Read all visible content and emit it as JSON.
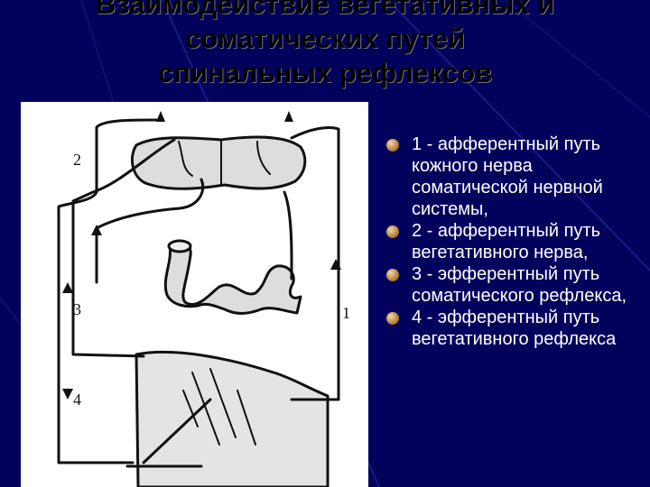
{
  "slide": {
    "title_lines": [
      "Взаимодействие вегетативных и",
      "соматических путей",
      "спинальных рефлексов"
    ],
    "figure_labels": {
      "l1": "1",
      "l2": "2",
      "l3": "3",
      "l4": "4"
    },
    "legend": [
      "1 - афферентный путь кожного нерва соматической нервной системы,",
      "2 - афферентный путь вегетативного нерва,",
      "3 - эфферентный путь соматического рефлекса,",
      "4 - эфферентный путь вегетативного рефлекса"
    ]
  },
  "colors": {
    "background": "#02025c",
    "title": "#000000",
    "text": "#ffffff",
    "figure": "#ffffff",
    "bullet": "#b07a36"
  }
}
